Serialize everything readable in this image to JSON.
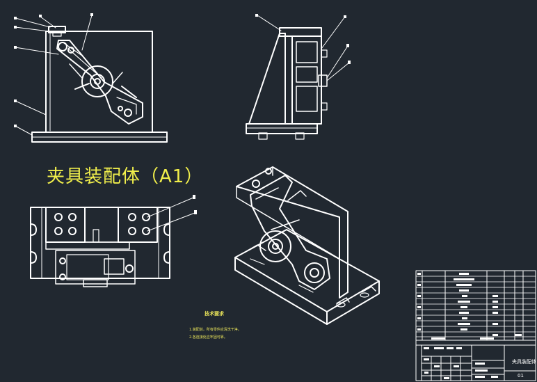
{
  "drawing": {
    "title": "夹具装配体（A1）",
    "tech_requirements": {
      "heading": "技术要求",
      "notes": [
        "1.装配前，所有零件应清洗干净。",
        "2.各连接处应牢固可靠。"
      ]
    },
    "title_block": {
      "drawing_name": "夹具装配体",
      "sheet": "01"
    }
  },
  "colors": {
    "background": "#212830",
    "lines": "#ffffff",
    "title_text": "#f1ef4b",
    "notes_text": "#e8e35a"
  }
}
